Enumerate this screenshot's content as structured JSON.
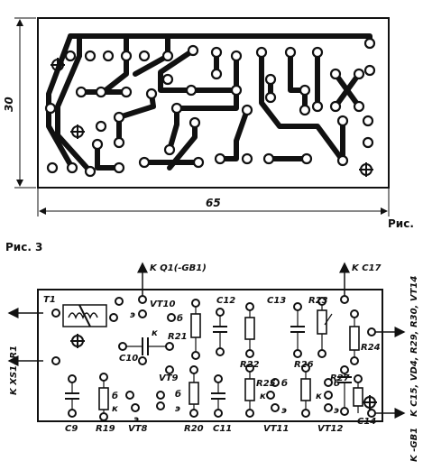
{
  "top_board": {
    "width_dim": "65",
    "height_dim": "30"
  },
  "captions": {
    "right": "Рис.",
    "left": "Рис. 3"
  },
  "connections": {
    "q1": "K Q1(-GB1)",
    "c17": "K C17",
    "xs1": "K XS1, R1",
    "right_side": "K C15, VD4, R29, R30, VT14",
    "gb1": "K -GB1"
  },
  "components": {
    "t1": "T1",
    "vt10": "VT10",
    "c12": "C12",
    "c13": "C13",
    "r23": "R23",
    "r21": "R21",
    "r22": "R22",
    "r26": "R26",
    "r24": "R24",
    "c10": "C10",
    "vt9": "VT9",
    "r25": "R25",
    "r27": "R27",
    "c9": "C9",
    "r19": "R19",
    "vt8": "VT8",
    "r20": "R20",
    "c11": "C11",
    "vt11": "VT11",
    "vt12": "VT12",
    "c14": "C14"
  },
  "pins": {
    "e": "э",
    "b": "б",
    "k": "к"
  }
}
